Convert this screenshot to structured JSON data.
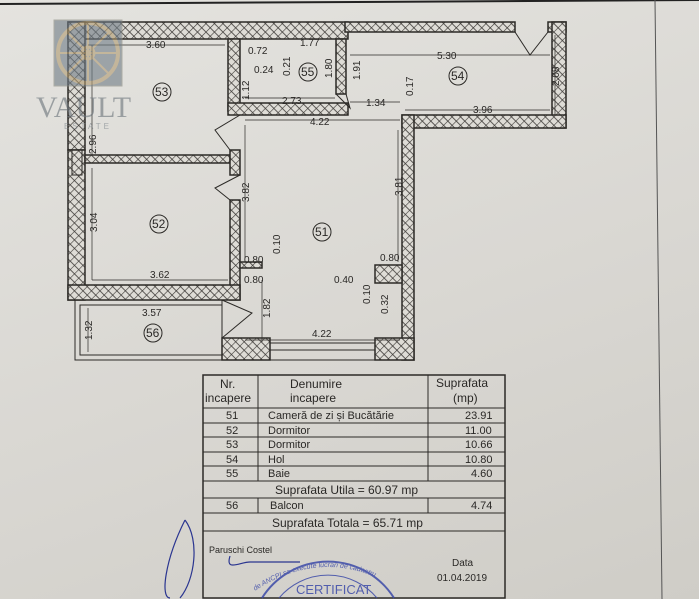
{
  "watermark": {
    "brand": "VAULT",
    "sub": "ESTATE"
  },
  "plan": {
    "rooms": [
      {
        "id": "51"
      },
      {
        "id": "52"
      },
      {
        "id": "53"
      },
      {
        "id": "54"
      },
      {
        "id": "55"
      },
      {
        "id": "56"
      }
    ],
    "dimensions": {
      "r53_width": "3.60",
      "r53_height": "2.96",
      "r55_a": "0.72",
      "r55_b": "1.77",
      "r55_c": "0.24",
      "r55_d": "0.21",
      "r55_e": "1.80",
      "r55_f": "1.12",
      "r55_width": "2.73",
      "r54_width": "5.30",
      "r54_height": "2.08",
      "r54_left": "1.91",
      "r54_c": "1.34",
      "r54_d": "0.17",
      "r54_bottom": "3.96",
      "r51_top": "4.22",
      "r51_left": "3.82",
      "r51_right": "3.81",
      "r51_a": "0.80",
      "r51_b": "0.10",
      "r51_c": "0.80",
      "r51_d": "0.80",
      "r51_e": "0.40",
      "r51_f": "0.10",
      "r51_g": "0.32",
      "r51_h": "1.82",
      "r51_bottom": "4.22",
      "r52_height": "3.04",
      "r52_width": "3.62",
      "r56_width": "3.57",
      "r56_height": "1.32"
    }
  },
  "table": {
    "headers": {
      "nr": "Nr.",
      "nr2": "incapere",
      "name": "Denumire",
      "name2": "incapere",
      "area": "Suprafata",
      "area2": "(mp)"
    },
    "rows": [
      {
        "nr": "51",
        "name": "Cameră de zi și Bucătărie",
        "area": "23.91"
      },
      {
        "nr": "52",
        "name": "Dormitor",
        "area": "11.00"
      },
      {
        "nr": "53",
        "name": "Dormitor",
        "area": "10.66"
      },
      {
        "nr": "54",
        "name": "Hol",
        "area": "10.80"
      },
      {
        "nr": "55",
        "name": "Baie",
        "area": "4.60"
      }
    ],
    "utila": "Suprafata Utila =  60.97 mp",
    "balcon": {
      "nr": "56",
      "name": "Balcon",
      "area": "4.74"
    },
    "totala": "Suprafata Totala = 65.71 mp",
    "author": "Paruschi Costel",
    "date_label": "Data",
    "date": "01.04.2019"
  },
  "stamp": {
    "ring": "de ANCPI sa execute lucrari de cadastru",
    "title": "CERTIFICAT"
  }
}
